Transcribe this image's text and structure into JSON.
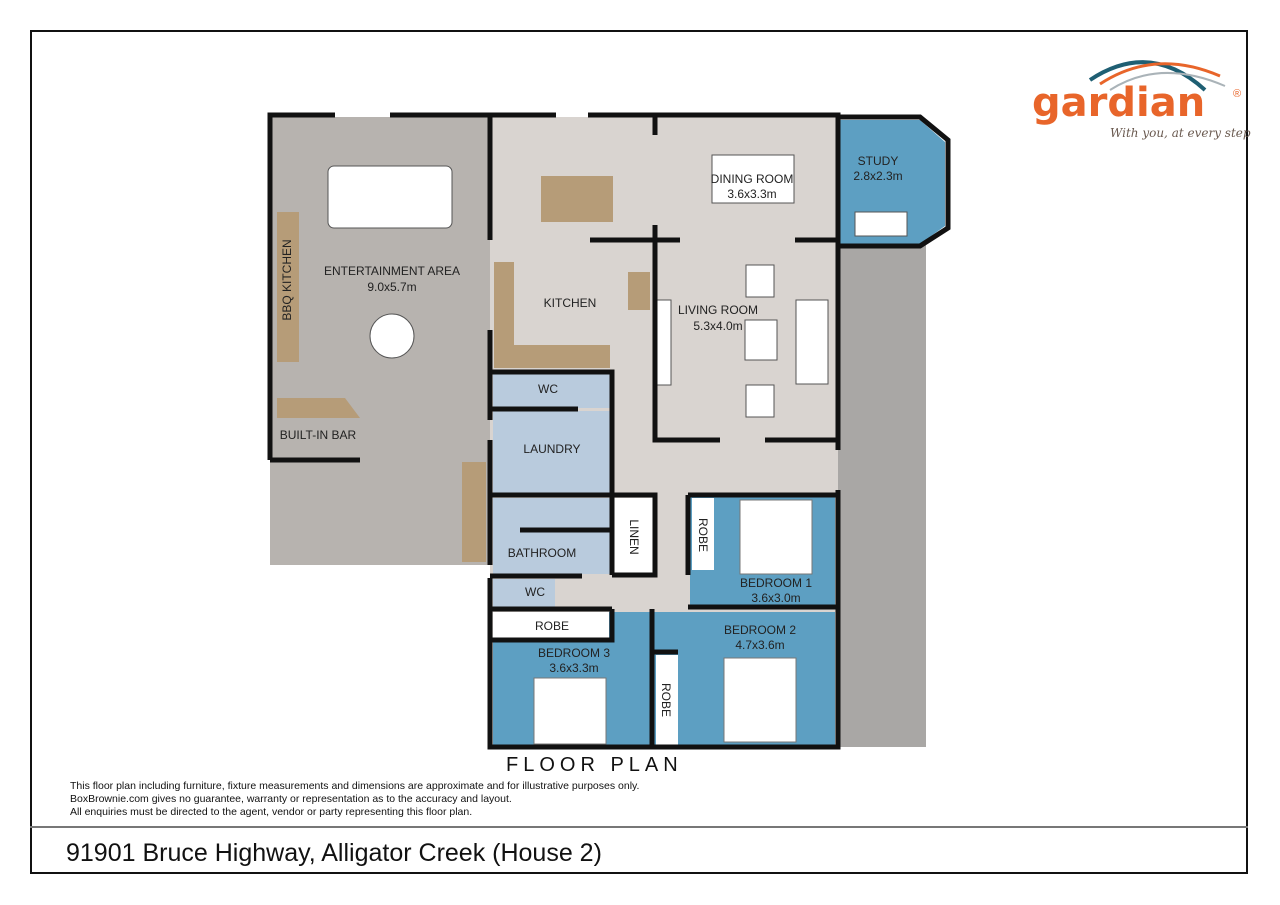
{
  "logo": {
    "name": "gardian",
    "registered": "®",
    "tagline": "With you, at every step",
    "colors": {
      "orange": "#e8652a",
      "teal": "#1f5f73"
    }
  },
  "plan": {
    "title": "FLOOR PLAN",
    "rooms": {
      "entertainment": {
        "name": "ENTERTAINMENT AREA",
        "size": "9.0x5.7m"
      },
      "bbq_kitchen": {
        "name": "BBQ KITCHEN"
      },
      "built_in_bar": {
        "name": "BUILT-IN BAR"
      },
      "kitchen": {
        "name": "KITCHEN"
      },
      "dining": {
        "name": "DINING ROOM",
        "size": "3.6x3.3m"
      },
      "study": {
        "name": "STUDY",
        "size": "2.8x2.3m"
      },
      "living": {
        "name": "LIVING ROOM",
        "size": "5.3x4.0m"
      },
      "wc1": {
        "name": "WC"
      },
      "laundry": {
        "name": "LAUNDRY"
      },
      "bathroom": {
        "name": "BATHROOM"
      },
      "linen": {
        "name": "LINEN"
      },
      "wc2": {
        "name": "WC"
      },
      "bedroom1": {
        "name": "BEDROOM 1",
        "size": "3.6x3.0m"
      },
      "robe1": {
        "name": "ROBE"
      },
      "bedroom2": {
        "name": "BEDROOM 2",
        "size": "4.7x3.6m"
      },
      "robe2": {
        "name": "ROBE"
      },
      "bedroom3": {
        "name": "BEDROOM 3",
        "size": "3.6x3.3m"
      },
      "robe3": {
        "name": "ROBE"
      }
    },
    "colors": {
      "bedroom": "#5d9fc2",
      "wet": "#b9cbdd",
      "floor": "#d9d4d0",
      "outdoor": "#b7b3af",
      "wall": "#111111"
    }
  },
  "disclaimer": [
    "This floor plan including furniture, fixture measurements and dimensions are approximate and for illustrative purposes only.",
    "BoxBrownie.com gives no guarantee, warranty or representation as to the accuracy and layout.",
    "All enquiries must be directed to the agent, vendor or party representing this floor plan."
  ],
  "address": "91901 Bruce Highway, Alligator Creek (House 2)"
}
